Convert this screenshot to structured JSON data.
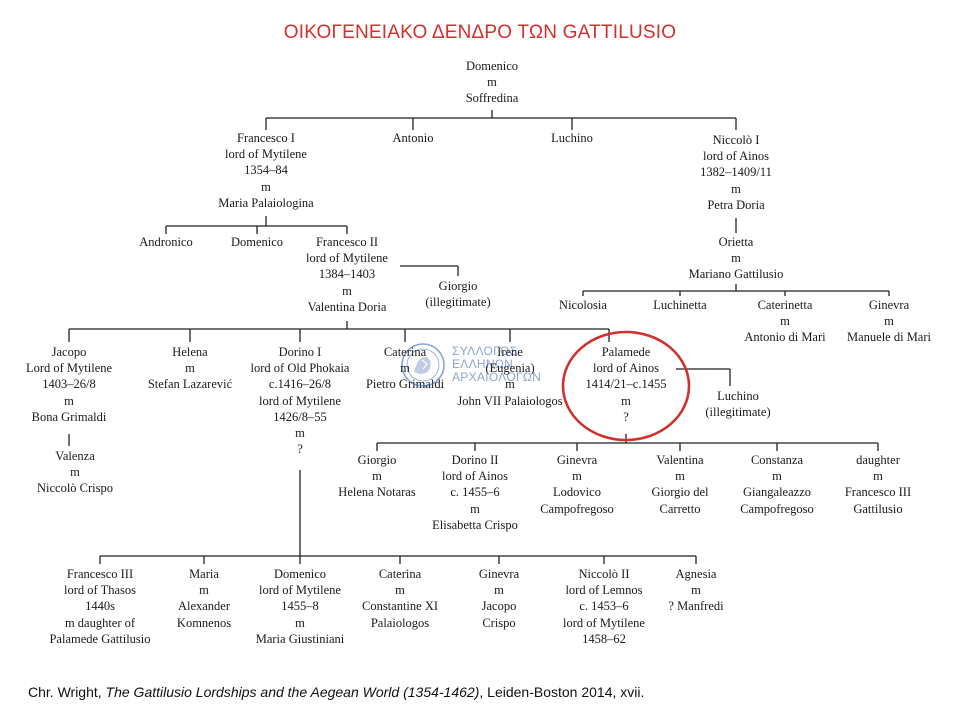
{
  "title": "ΟΙΚΟΓΕΝΕΙΑΚΟ ΔΕΝΔΡΟ ΤΩΝ GATTILUSIO",
  "nodes": [
    {
      "id": "domenico-soffredina",
      "lines": [
        "Domenico",
        "m",
        "Soffredina"
      ]
    },
    {
      "id": "francesco-i",
      "lines": [
        "Francesco I",
        "lord of Mytilene",
        "1354–84",
        "m",
        "Maria Palaiologina"
      ]
    },
    {
      "id": "antonio",
      "lines": [
        "Antonio"
      ]
    },
    {
      "id": "luchino-1",
      "lines": [
        "Luchino"
      ]
    },
    {
      "id": "niccolo-i",
      "lines": [
        "Niccolò I",
        "lord of Ainos",
        "1382–1409/11",
        "m",
        "Petra Doria"
      ]
    },
    {
      "id": "andronico",
      "lines": [
        "Andronico"
      ]
    },
    {
      "id": "domenico-2",
      "lines": [
        "Domenico"
      ]
    },
    {
      "id": "francesco-ii",
      "lines": [
        "Francesco II",
        "lord of Mytilene",
        "1384–1403",
        "m",
        "Valentina Doria"
      ]
    },
    {
      "id": "giorgio-illegitimate",
      "lines": [
        "Giorgio",
        "(illegitimate)"
      ]
    },
    {
      "id": "orietta",
      "lines": [
        "Orietta",
        "m",
        "Mariano Gattilusio"
      ]
    },
    {
      "id": "nicolosia",
      "lines": [
        "Nicolosia"
      ]
    },
    {
      "id": "luchinetta",
      "lines": [
        "Luchinetta"
      ]
    },
    {
      "id": "caterinetta",
      "lines": [
        "Caterinetta",
        "m",
        "Antonio di Mari"
      ]
    },
    {
      "id": "ginevra-1",
      "lines": [
        "Ginevra",
        "m",
        "Manuele di Mari"
      ]
    },
    {
      "id": "jacopo",
      "lines": [
        "Jacopo",
        "Lord of Mytilene",
        "1403–26/8",
        "m",
        "Bona Grimaldi"
      ]
    },
    {
      "id": "helena",
      "lines": [
        "Helena",
        "m",
        "Stefan Lazarević"
      ]
    },
    {
      "id": "dorino-i",
      "lines": [
        "Dorino I",
        "lord of Old Phokaia",
        "c.1416–26/8",
        "lord of Mytilene",
        "1426/8–55",
        "m",
        "?"
      ]
    },
    {
      "id": "caterina-1",
      "lines": [
        "Caterina",
        "m",
        "Pietro Grimaldi"
      ]
    },
    {
      "id": "irene",
      "lines": [
        "Irene",
        "(Eugenia)",
        "m",
        "John VII Palaiologos"
      ]
    },
    {
      "id": "palamede",
      "lines": [
        "Palamede",
        "lord of Ainos",
        "1414/21–c.1455",
        "m",
        "?"
      ]
    },
    {
      "id": "luchino-illegitimate",
      "lines": [
        "Luchino",
        "(illegitimate)"
      ]
    },
    {
      "id": "valenza",
      "lines": [
        "Valenza",
        "m",
        "Niccolò Crispo"
      ]
    },
    {
      "id": "giorgio-2",
      "lines": [
        "Giorgio",
        "m",
        "Helena Notaras"
      ]
    },
    {
      "id": "dorino-ii",
      "lines": [
        "Dorino II",
        "lord of Ainos",
        "c. 1455–6",
        "m",
        "Elisabetta Crispo"
      ]
    },
    {
      "id": "ginevra-2",
      "lines": [
        "Ginevra",
        "m",
        "Lodovico",
        "Campofregoso"
      ]
    },
    {
      "id": "valentina",
      "lines": [
        "Valentina",
        "m",
        "Giorgio del",
        "Carretto"
      ]
    },
    {
      "id": "constanza",
      "lines": [
        "Constanza",
        "m",
        "Giangaleazzo",
        "Campofregoso"
      ]
    },
    {
      "id": "daughter",
      "lines": [
        "daughter",
        "m",
        "Francesco III",
        "Gattilusio"
      ]
    },
    {
      "id": "francesco-iii",
      "lines": [
        "Francesco III",
        "lord of Thasos",
        "1440s",
        "m daughter of",
        "Palamede Gattilusio"
      ]
    },
    {
      "id": "maria",
      "lines": [
        "Maria",
        "m",
        "Alexander",
        "Komnenos"
      ]
    },
    {
      "id": "domenico-3",
      "lines": [
        "Domenico",
        "lord of Mytilene",
        "1455–8",
        "m",
        "Maria Giustiniani"
      ]
    },
    {
      "id": "caterina-2",
      "lines": [
        "Caterina",
        "m",
        "Constantine XI",
        "Palaiologos"
      ]
    },
    {
      "id": "ginevra-3",
      "lines": [
        "Ginevra",
        "m",
        "Jacopo",
        "Crispo"
      ]
    },
    {
      "id": "niccolo-ii",
      "lines": [
        "Niccolò II",
        "lord of Lemnos",
        "c. 1453–6",
        "lord of Mytilene",
        "1458–62"
      ]
    },
    {
      "id": "agnesia",
      "lines": [
        "Agnesia",
        "m",
        "? Manfredi"
      ]
    }
  ],
  "watermark": {
    "lines": [
      "ΣΥΛΛΟΓΟΣ",
      "ΕΛΛΗΝΩΝ",
      "ΑΡΧΑΙΟΛΟΓΩΝ"
    ],
    "color": "#2a5aa8"
  },
  "highlight": {
    "target": "palamede",
    "color": "#d0312d"
  },
  "citation": {
    "author": "Chr. Wright, ",
    "work": "The Gattilusio Lordships and the Aegean World (1354-1462)",
    "rest": ", Leiden-Boston 2014, xvii."
  }
}
